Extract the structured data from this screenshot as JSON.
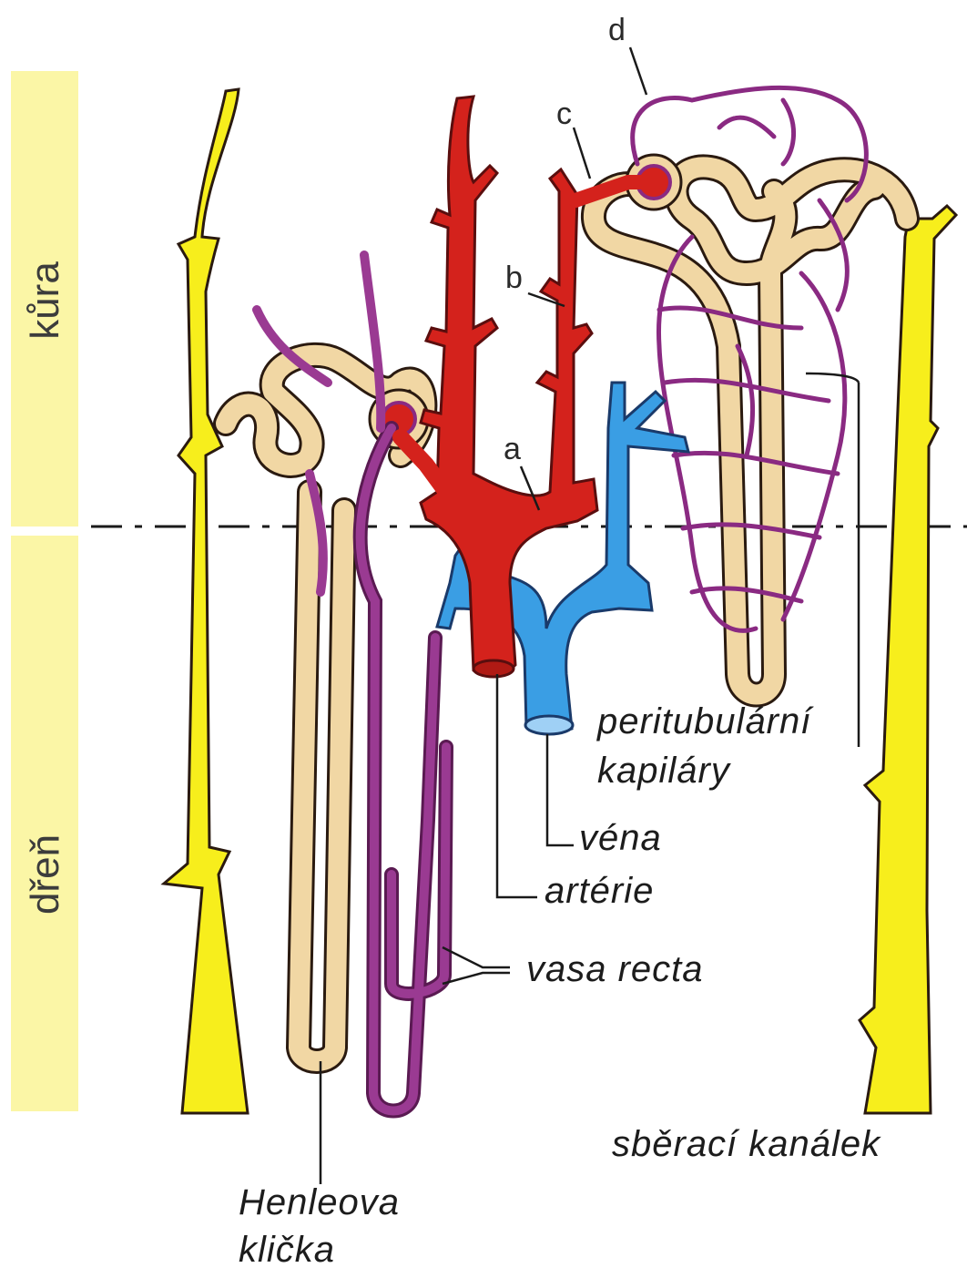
{
  "zones": {
    "cortex": "kůra",
    "medulla": "dřeň"
  },
  "letters": {
    "a": "a",
    "b": "b",
    "c": "c",
    "d": "d"
  },
  "labels": {
    "peritubular_1": "peritubulární",
    "peritubular_2": "kapiláry",
    "vein": "véna",
    "artery": "artérie",
    "vasa_recta": "vasa recta",
    "collecting_duct": "sběrací kanálek",
    "henle_1": "Henleova",
    "henle_2": "klička"
  },
  "colors": {
    "collecting_duct": "#f7ee1c",
    "tubule": "#f1d7a4",
    "artery": "#d4221c",
    "vein": "#3a9ee4",
    "capillary": "#8a2a82",
    "band": "#fbf6a6",
    "outline": "#2a1a10"
  }
}
